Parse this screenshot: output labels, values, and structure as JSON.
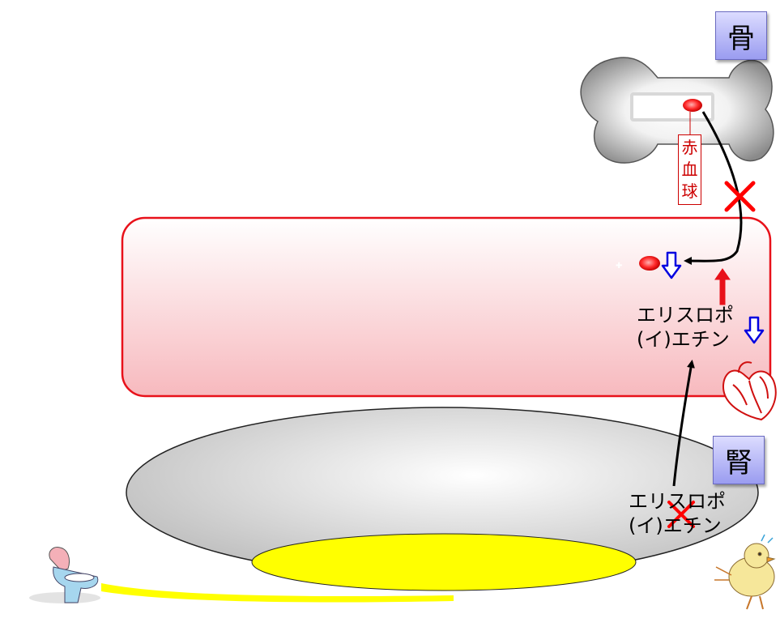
{
  "labels": {
    "bone": "骨",
    "kidney": "腎",
    "red_blood_cell": "赤\n血\n球",
    "epo_blood_line1": "エリスロポ",
    "epo_blood_line2": "(イ)エチン",
    "epo_kidney_line1": "エリスロポ",
    "epo_kidney_line2": "(イ)エチン"
  },
  "colors": {
    "blood_vessel_fill": "#fde2e4",
    "blood_vessel_border": "#e8111a",
    "kidney_fill": "#e6e6e6",
    "urine": "#ffff00",
    "rbc": "#ff2b2b",
    "decrease_arrow": "#0000e0",
    "increase_arrow": "#e8111a",
    "cross": "#ff0000",
    "label_box": "#a8aaf5"
  },
  "icons": [
    "bone-icon",
    "heart-icon",
    "toilet-icon",
    "chick-icon"
  ]
}
